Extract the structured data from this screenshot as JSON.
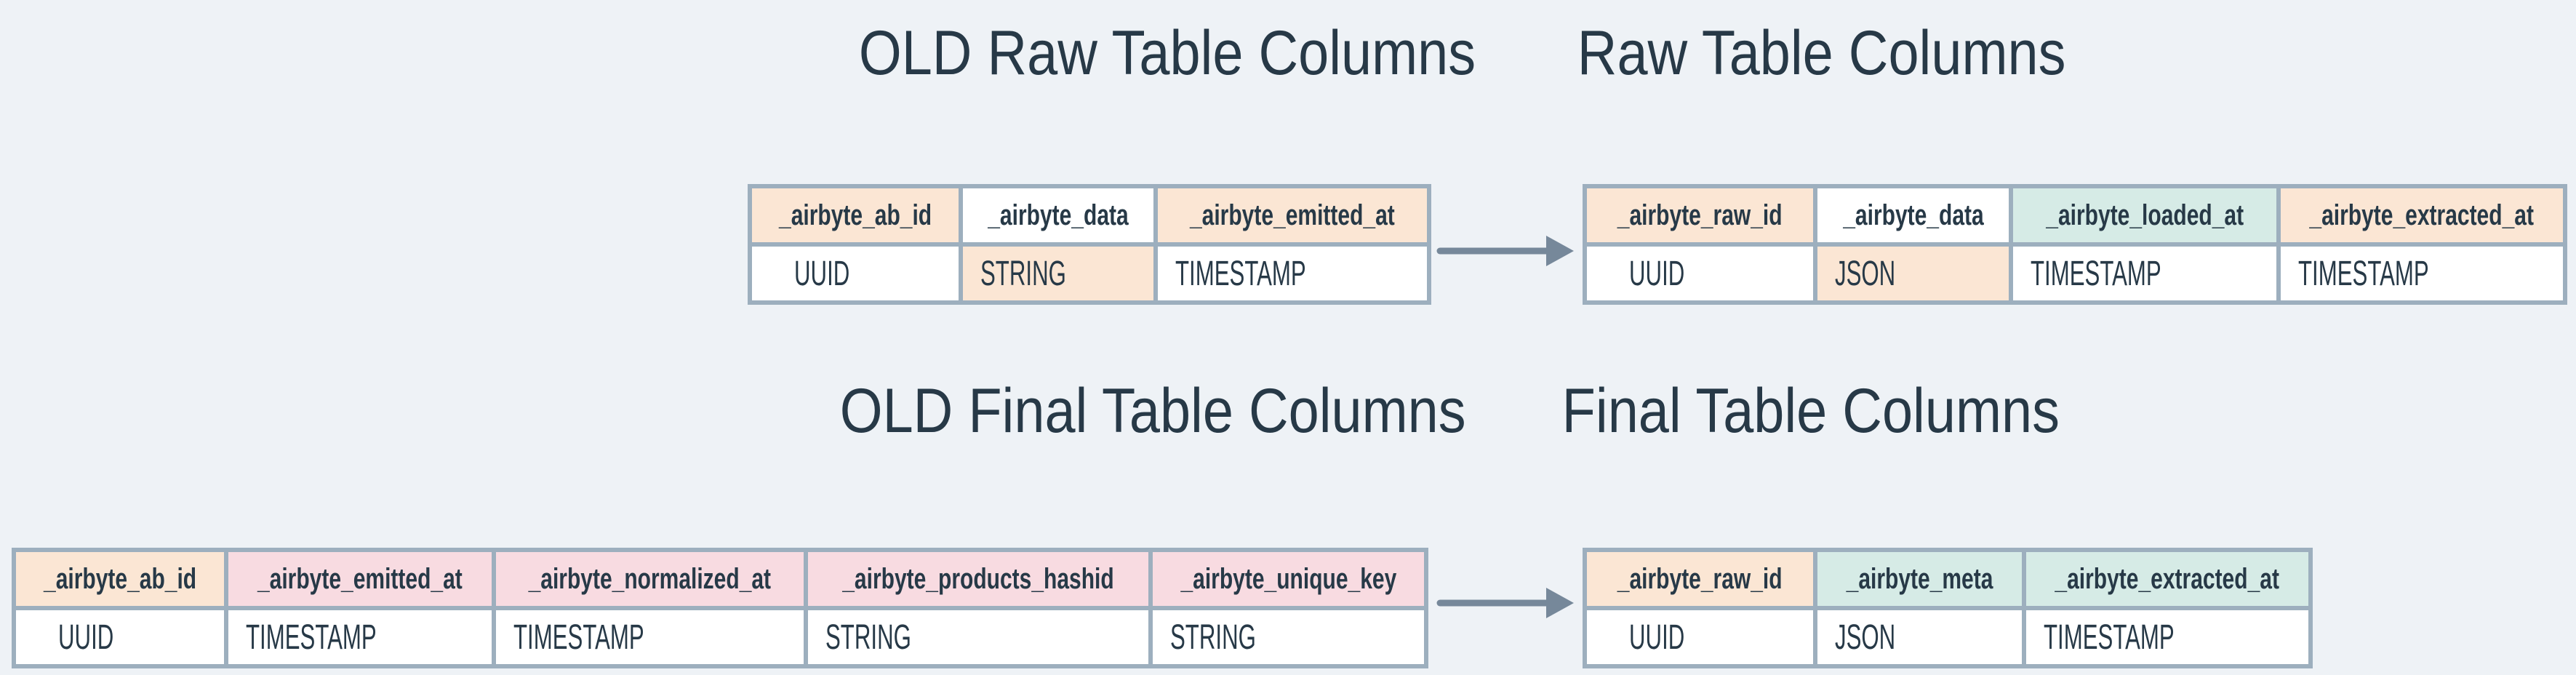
{
  "colors": {
    "bg": "#eef2f6",
    "border": "#9dafbe",
    "text": "#273947",
    "arrow": "#76889a"
  },
  "highlights": {
    "peach": "#fbe6d4",
    "pink": "#f8dbe1",
    "teal": "#d6ebe6",
    "white": "#ffffff"
  },
  "titles": {
    "old_raw": "OLD Raw Table Columns",
    "raw": "Raw Table Columns",
    "old_final": "OLD Final Table Columns",
    "final": "Final Table Columns"
  },
  "tables": {
    "old_raw": {
      "columns": [
        {
          "name": "_airbyte_ab_id",
          "type": "UUID",
          "name_highlight": "peach",
          "type_highlight": "white"
        },
        {
          "name": "_airbyte_data",
          "type": "STRING",
          "name_highlight": "white",
          "type_highlight": "peach"
        },
        {
          "name": "_airbyte_emitted_at",
          "type": "TIMESTAMP",
          "name_highlight": "peach",
          "type_highlight": "white"
        }
      ]
    },
    "raw": {
      "columns": [
        {
          "name": "_airbyte_raw_id",
          "type": "UUID",
          "name_highlight": "peach",
          "type_highlight": "white"
        },
        {
          "name": "_airbyte_data",
          "type": "JSON",
          "name_highlight": "white",
          "type_highlight": "peach"
        },
        {
          "name": "_airbyte_loaded_at",
          "type": "TIMESTAMP",
          "name_highlight": "teal",
          "type_highlight": "white"
        },
        {
          "name": "_airbyte_extracted_at",
          "type": "TIMESTAMP",
          "name_highlight": "peach",
          "type_highlight": "white"
        }
      ]
    },
    "old_final": {
      "columns": [
        {
          "name": "_airbyte_ab_id",
          "type": "UUID",
          "name_highlight": "peach",
          "type_highlight": "white"
        },
        {
          "name": "_airbyte_emitted_at",
          "type": "TIMESTAMP",
          "name_highlight": "pink",
          "type_highlight": "white"
        },
        {
          "name": "_airbyte_normalized_at",
          "type": "TIMESTAMP",
          "name_highlight": "pink",
          "type_highlight": "white"
        },
        {
          "name": "_airbyte_products_hashid",
          "type": "STRING",
          "name_highlight": "pink",
          "type_highlight": "white"
        },
        {
          "name": "_airbyte_unique_key",
          "type": "STRING",
          "name_highlight": "pink",
          "type_highlight": "white"
        }
      ]
    },
    "final": {
      "columns": [
        {
          "name": "_airbyte_raw_id",
          "type": "UUID",
          "name_highlight": "peach",
          "type_highlight": "white"
        },
        {
          "name": "_airbyte_meta",
          "type": "JSON",
          "name_highlight": "teal",
          "type_highlight": "white"
        },
        {
          "name": "_airbyte_extracted_at",
          "type": "TIMESTAMP",
          "name_highlight": "teal",
          "type_highlight": "white"
        }
      ]
    }
  }
}
